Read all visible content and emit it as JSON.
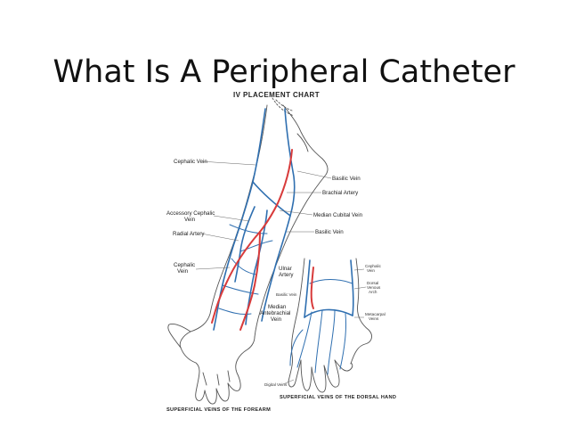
{
  "slide": {
    "title": "What Is A Peripheral Catheter"
  },
  "chart": {
    "heading": "IV PLACEMENT CHART",
    "forearm_caption": "SUPERFICIAL VEINS OF THE FOREARM",
    "hand_caption": "SUPERFICIAL VEINS OF THE DORSAL HAND",
    "left_labels": {
      "cephalic_vein": "Cephalic Vein",
      "accessory_cephalic_1": "Accessory Cephalic",
      "accessory_cephalic_2": "Vein",
      "radial_artery": "Radial Artery",
      "cephalic_lower_1": "Cephalic",
      "cephalic_lower_2": "Vein"
    },
    "right_labels": {
      "basilic_vein_upper": "Basilic Vein",
      "brachial_artery": "Brachial Artery",
      "median_cubital_vein": "Median Cubital Vein",
      "basilic_vein_mid": "Basilic Vein"
    },
    "center_labels": {
      "ulnar_artery_1": "Ulnar",
      "ulnar_artery_2": "Artery",
      "basilic_vein_small": "Basilic Vein",
      "median_1": "Median",
      "median_2": "Antebrachial",
      "median_3": "Vein"
    },
    "hand_labels": {
      "cephalic_1": "Cephalic",
      "cephalic_2": "Vein",
      "dorsal_1": "Dorsal",
      "dorsal_2": "Venous",
      "dorsal_3": "Arch",
      "metacarpal_1": "Metacarpal",
      "metacarpal_2": "Veins",
      "digital_veins": "Digital Veins"
    },
    "colors": {
      "vein": "#2f6fb0",
      "artery": "#d83b3b"
    }
  }
}
